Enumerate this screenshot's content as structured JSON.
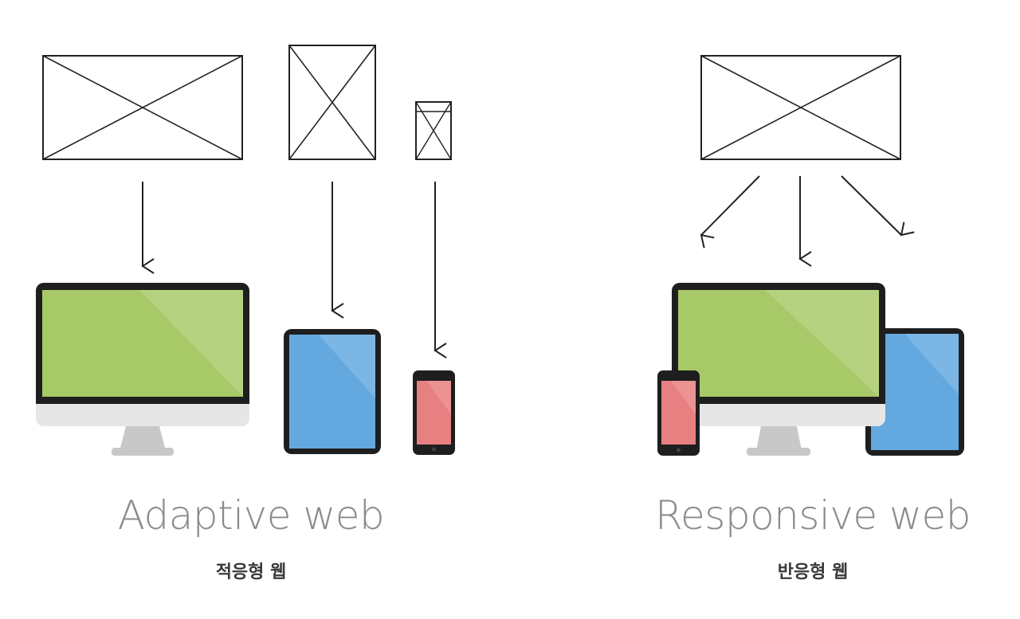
{
  "adaptive": {
    "title": "Adaptive web",
    "subtitle": "적응형 웹"
  },
  "responsive": {
    "title": "Responsive web",
    "subtitle": "반응형 웹"
  },
  "colors": {
    "line": "#222222",
    "desktop_screen": "#a8c967",
    "tablet_screen": "#63a9df",
    "phone_screen": "#e88081",
    "bezel": "#1e1e1e",
    "stand": "#c8c8c8",
    "chin": "#e6e6e6"
  }
}
